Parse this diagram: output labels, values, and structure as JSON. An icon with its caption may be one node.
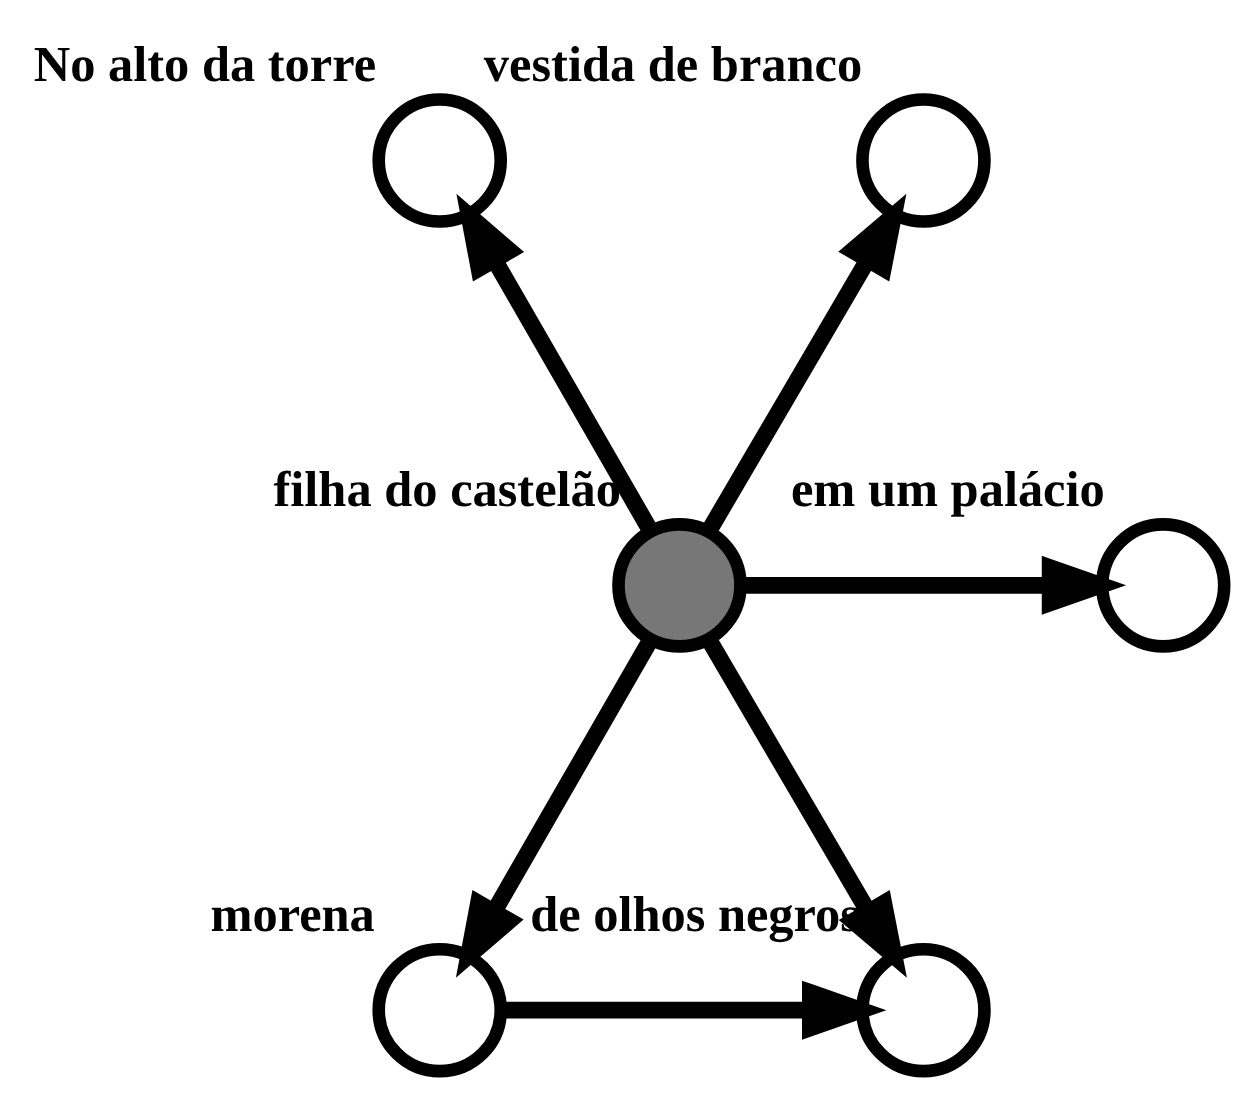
{
  "diagram": {
    "nodes": [
      {
        "text": [],
        "shape": "circle",
        "beside": [
          "No alto da torre"
        ]
      },
      {
        "text": [],
        "shape": "circle",
        "beside": [
          "vestida de branco"
        ]
      },
      {
        "text": [],
        "shape": "circle",
        "beside": [
          "filha do castelão"
        ]
      },
      {
        "text": [],
        "shape": "circle",
        "beside": [
          "em um palácio"
        ]
      },
      {
        "text": [],
        "shape": "circle",
        "beside": [
          "morena"
        ]
      },
      {
        "text": [],
        "shape": "circle",
        "beside": [
          "de olhos negros"
        ]
      }
    ],
    "edges": [
      {
        "from": 2,
        "to": 1,
        "arrow": "to"
      },
      {
        "from": 2,
        "to": 0,
        "arrow": "to"
      },
      {
        "from": 2,
        "to": 3,
        "arrow": "to"
      },
      {
        "from": 2,
        "to": 5,
        "arrow": "to"
      },
      {
        "from": 2,
        "to": 4,
        "arrow": "to"
      },
      {
        "from": 4,
        "to": 5,
        "arrow": "to"
      }
    ]
  }
}
